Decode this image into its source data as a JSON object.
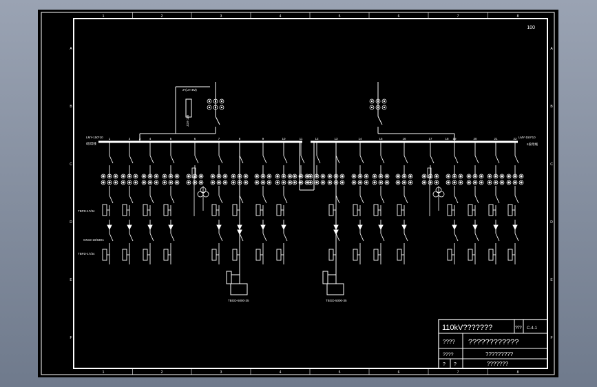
{
  "frame": {
    "columns": [
      "1",
      "2",
      "3",
      "4",
      "5",
      "6",
      "7",
      "8"
    ],
    "rows": [
      "A",
      "B",
      "C",
      "D",
      "E",
      "F"
    ],
    "sheet_number": "100"
  },
  "labels": {
    "pt_top_left": "2*(LH-4M)",
    "pt_vert_left": "JDX-110",
    "busbar_left": "LMY-150*10",
    "busbar_left_sub": "I段母线",
    "busbar_right": "LMY-150*10",
    "busbar_right_sub": "II段母线",
    "ct_row1": "TBFD-17/34",
    "ct_row2": "GN19-10/630A",
    "ct_row3": "TBFD-17/34",
    "transformer_left": "TBGD-5000-35",
    "transformer_right": "TBGD-5000-35"
  },
  "feeder_numbers_left": [
    "1",
    "2",
    "3",
    "4",
    "5",
    "6",
    "7",
    "8",
    "9",
    "10",
    "11"
  ],
  "feeder_numbers_right": [
    "12",
    "13",
    "14",
    "15",
    "16",
    "17",
    "18",
    "19",
    "20",
    "21",
    "22"
  ],
  "title_block": {
    "title": "110kV???????",
    "page": "?/?",
    "code": "C-4-1",
    "row2_label": "????",
    "row2_value": "????????????",
    "row3_label": "????",
    "row3_value": "?????????",
    "row4_label_a": "?",
    "row4_label_b": "?",
    "row4_value": "???????"
  }
}
